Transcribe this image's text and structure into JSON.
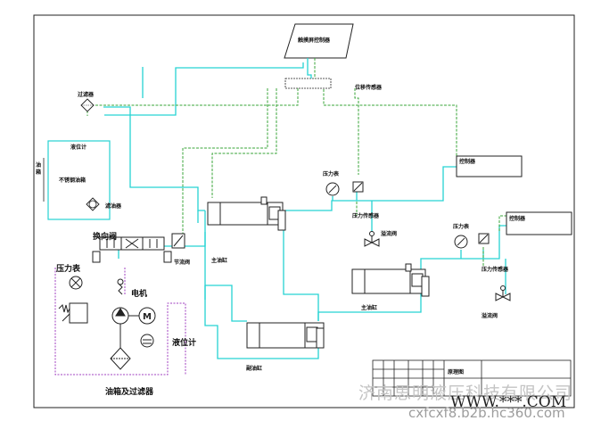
{
  "colors": {
    "pressure_line": "#26d3d3",
    "pilot_line": "#3aa63a",
    "tank_line": "#a040c0",
    "ink": "#111111"
  },
  "labels": {
    "hmi": "触摸屏控制器",
    "pressure_sensor_bar": "位移传感器",
    "filter_top": "过滤器",
    "level_gauge_box": "液位计",
    "tank_side": "油箱",
    "stainless_tank": "不锈钢油箱",
    "strainer": "滤油器",
    "pressure_gauge_1": "压力表",
    "pressure_switch_1": "压力传感器",
    "controller_1": "控制器",
    "cylinder_1": "主油缸",
    "relief_valve_1": "溢流阀",
    "reversing_valve": "换向阀",
    "throttle_valve": "节流阀",
    "pressure_gauge_main": "压力表",
    "motor": "电机",
    "level_meter": "液位计",
    "tank_filter": "油箱及过滤器",
    "pressure_gauge_2": "压力表",
    "controller_2": "控制器",
    "pressure_switch_2": "压力传感器",
    "cylinder_2": "主油缸",
    "relief_valve_2": "溢流阀",
    "cylinder_3": "副油缸",
    "title_block_name": "原理图"
  },
  "watermark": {
    "company": "济南思明液压科技有限公司",
    "www": "WWW.***.COM",
    "domain": "cxfcxf8.b2b.hc360.com"
  }
}
